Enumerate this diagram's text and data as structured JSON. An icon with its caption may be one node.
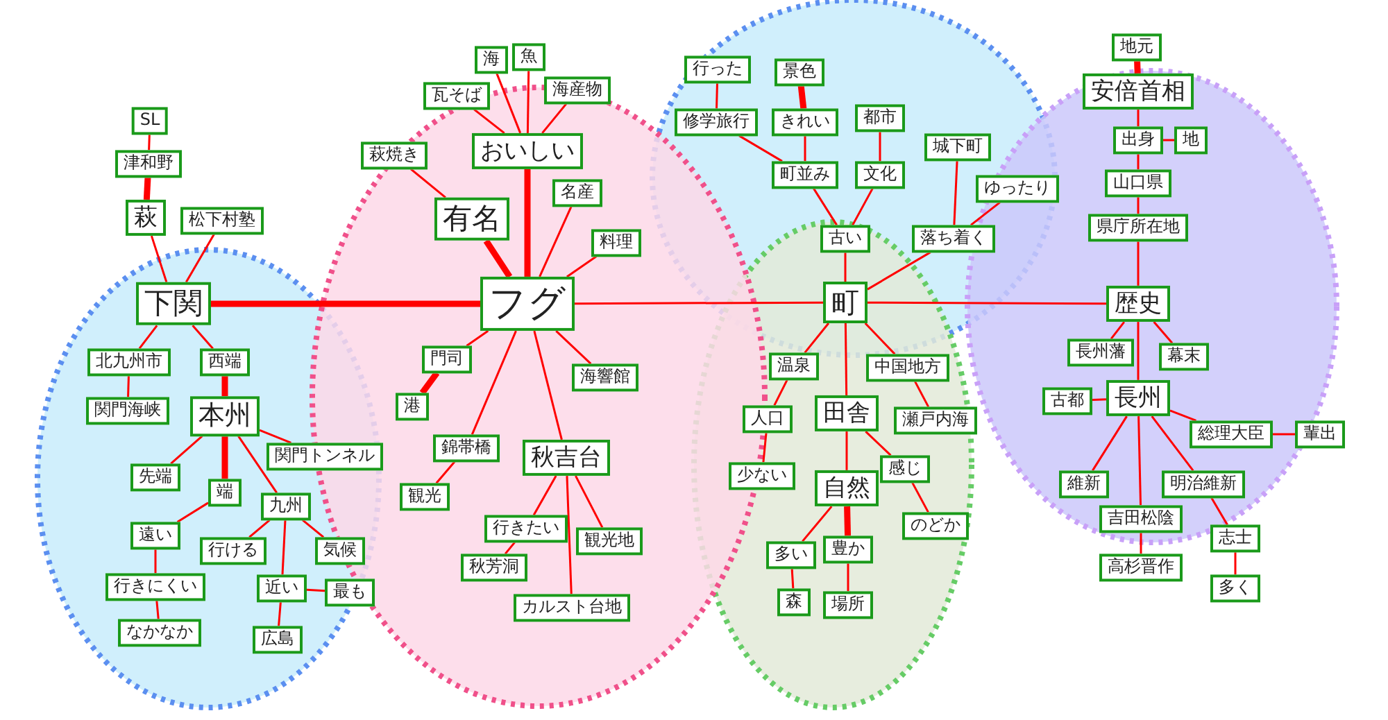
{
  "diagram": {
    "nodes": [
      {
        "text": [
          "SL"
        ]
      },
      {
        "text": [
          "津和野"
        ]
      },
      {
        "text": [
          "萩"
        ]
      },
      {
        "text": [
          "松下村塾"
        ]
      },
      {
        "text": [
          "下関"
        ]
      },
      {
        "text": [
          "北九州市"
        ]
      },
      {
        "text": [
          "西端"
        ]
      },
      {
        "text": [
          "関門海峡"
        ]
      },
      {
        "text": [
          "本州"
        ]
      },
      {
        "text": [
          "関門トンネル"
        ]
      },
      {
        "text": [
          "先端"
        ]
      },
      {
        "text": [
          "端"
        ]
      },
      {
        "text": [
          "九州"
        ]
      },
      {
        "text": [
          "遠い"
        ]
      },
      {
        "text": [
          "行ける"
        ]
      },
      {
        "text": [
          "気候"
        ]
      },
      {
        "text": [
          "行きにくい"
        ]
      },
      {
        "text": [
          "近い"
        ]
      },
      {
        "text": [
          "最も"
        ]
      },
      {
        "text": [
          "なかなか"
        ]
      },
      {
        "text": [
          "広島"
        ]
      },
      {
        "text": [
          "海"
        ]
      },
      {
        "text": [
          "魚"
        ]
      },
      {
        "text": [
          "瓦そば"
        ]
      },
      {
        "text": [
          "海産物"
        ]
      },
      {
        "text": [
          "おいしい"
        ]
      },
      {
        "text": [
          "萩焼き"
        ]
      },
      {
        "text": [
          "名産"
        ]
      },
      {
        "text": [
          "有名"
        ]
      },
      {
        "text": [
          "料理"
        ]
      },
      {
        "text": [
          "フグ"
        ]
      },
      {
        "text": [
          "門司"
        ]
      },
      {
        "text": [
          "海響館"
        ]
      },
      {
        "text": [
          "港"
        ]
      },
      {
        "text": [
          "錦帯橋"
        ]
      },
      {
        "text": [
          "秋吉台"
        ]
      },
      {
        "text": [
          "観光"
        ]
      },
      {
        "text": [
          "行きたい"
        ]
      },
      {
        "text": [
          "観光地"
        ]
      },
      {
        "text": [
          "秋芳洞"
        ]
      },
      {
        "text": [
          "カルスト台地"
        ]
      },
      {
        "text": [
          "行った"
        ]
      },
      {
        "text": [
          "景色"
        ]
      },
      {
        "text": [
          "修学旅行"
        ]
      },
      {
        "text": [
          "きれい"
        ]
      },
      {
        "text": [
          "都市"
        ]
      },
      {
        "text": [
          "城下町"
        ]
      },
      {
        "text": [
          "町並み"
        ]
      },
      {
        "text": [
          "文化"
        ]
      },
      {
        "text": [
          "ゆったり"
        ]
      },
      {
        "text": [
          "古い"
        ]
      },
      {
        "text": [
          "落ち着く"
        ]
      },
      {
        "text": [
          "町"
        ]
      },
      {
        "text": [
          "温泉"
        ]
      },
      {
        "text": [
          "中国地方"
        ]
      },
      {
        "text": [
          "田舎"
        ]
      },
      {
        "text": [
          "人口"
        ]
      },
      {
        "text": [
          "瀬戸内海"
        ]
      },
      {
        "text": [
          "感じ"
        ]
      },
      {
        "text": [
          "自然"
        ]
      },
      {
        "text": [
          "少ない"
        ]
      },
      {
        "text": [
          "のどか"
        ]
      },
      {
        "text": [
          "多い"
        ]
      },
      {
        "text": [
          "豊か"
        ]
      },
      {
        "text": [
          "森"
        ]
      },
      {
        "text": [
          "場所"
        ]
      },
      {
        "text": [
          "地元"
        ]
      },
      {
        "text": [
          "安倍首相"
        ]
      },
      {
        "text": [
          "出身"
        ]
      },
      {
        "text": [
          "地"
        ]
      },
      {
        "text": [
          "山口県"
        ]
      },
      {
        "text": [
          "県庁所在地"
        ]
      },
      {
        "text": [
          "歴史"
        ]
      },
      {
        "text": [
          "長州藩"
        ]
      },
      {
        "text": [
          "幕末"
        ]
      },
      {
        "text": [
          "古都"
        ]
      },
      {
        "text": [
          "長州"
        ]
      },
      {
        "text": [
          "総理大臣"
        ]
      },
      {
        "text": [
          "輩出"
        ]
      },
      {
        "text": [
          "維新"
        ]
      },
      {
        "text": [
          "明治維新"
        ]
      },
      {
        "text": [
          "吉田松陰"
        ]
      },
      {
        "text": [
          "志士"
        ]
      },
      {
        "text": [
          "高杉晋作"
        ]
      },
      {
        "text": [
          "多く"
        ]
      }
    ],
    "edges": [
      {
        "from": 0,
        "to": 1,
        "arrow": "none"
      },
      {
        "from": 1,
        "to": 2,
        "arrow": "none",
        "style": "thick"
      },
      {
        "from": 2,
        "to": 4,
        "arrow": "none"
      },
      {
        "from": 3,
        "to": 4,
        "arrow": "none"
      },
      {
        "from": 4,
        "to": 5,
        "arrow": "none"
      },
      {
        "from": 4,
        "to": 6,
        "arrow": "none"
      },
      {
        "from": 5,
        "to": 7,
        "arrow": "none"
      },
      {
        "from": 6,
        "to": 8,
        "arrow": "none",
        "style": "thick"
      },
      {
        "from": 8,
        "to": 10,
        "arrow": "none"
      },
      {
        "from": 8,
        "to": 11,
        "arrow": "none",
        "style": "thick"
      },
      {
        "from": 8,
        "to": 9,
        "arrow": "none"
      },
      {
        "from": 8,
        "to": 12,
        "arrow": "none"
      },
      {
        "from": 11,
        "to": 13,
        "arrow": "none"
      },
      {
        "from": 13,
        "to": 16,
        "arrow": "none"
      },
      {
        "from": 16,
        "to": 19,
        "arrow": "none"
      },
      {
        "from": 12,
        "to": 14,
        "arrow": "none"
      },
      {
        "from": 12,
        "to": 15,
        "arrow": "none"
      },
      {
        "from": 12,
        "to": 17,
        "arrow": "none"
      },
      {
        "from": 17,
        "to": 18,
        "arrow": "none"
      },
      {
        "from": 17,
        "to": 20,
        "arrow": "none"
      },
      {
        "from": 4,
        "to": 30,
        "arrow": "none",
        "style": "thick"
      },
      {
        "from": 23,
        "to": 25,
        "arrow": "none"
      },
      {
        "from": 21,
        "to": 25,
        "arrow": "none"
      },
      {
        "from": 22,
        "to": 25,
        "arrow": "none"
      },
      {
        "from": 24,
        "to": 25,
        "arrow": "none"
      },
      {
        "from": 25,
        "to": 30,
        "arrow": "none",
        "style": "thick"
      },
      {
        "from": 26,
        "to": 28,
        "arrow": "none"
      },
      {
        "from": 28,
        "to": 30,
        "arrow": "none",
        "style": "thick"
      },
      {
        "from": 27,
        "to": 30,
        "arrow": "none"
      },
      {
        "from": 29,
        "to": 30,
        "arrow": "none"
      },
      {
        "from": 30,
        "to": 31,
        "arrow": "none"
      },
      {
        "from": 30,
        "to": 32,
        "arrow": "none"
      },
      {
        "from": 30,
        "to": 34,
        "arrow": "none"
      },
      {
        "from": 30,
        "to": 35,
        "arrow": "none"
      },
      {
        "from": 31,
        "to": 33,
        "arrow": "none",
        "style": "thick"
      },
      {
        "from": 34,
        "to": 36,
        "arrow": "none"
      },
      {
        "from": 35,
        "to": 37,
        "arrow": "none"
      },
      {
        "from": 35,
        "to": 38,
        "arrow": "none"
      },
      {
        "from": 35,
        "to": 40,
        "arrow": "none"
      },
      {
        "from": 37,
        "to": 39,
        "arrow": "none"
      },
      {
        "from": 30,
        "to": 52,
        "arrow": "none"
      },
      {
        "from": 41,
        "to": 43,
        "arrow": "none"
      },
      {
        "from": 42,
        "to": 44,
        "arrow": "none",
        "style": "thick"
      },
      {
        "from": 43,
        "to": 47,
        "arrow": "none"
      },
      {
        "from": 44,
        "to": 47,
        "arrow": "none"
      },
      {
        "from": 45,
        "to": 48,
        "arrow": "none"
      },
      {
        "from": 47,
        "to": 50,
        "arrow": "none"
      },
      {
        "from": 48,
        "to": 50,
        "arrow": "none"
      },
      {
        "from": 46,
        "to": 51,
        "arrow": "none"
      },
      {
        "from": 49,
        "to": 51,
        "arrow": "none"
      },
      {
        "from": 50,
        "to": 52,
        "arrow": "none"
      },
      {
        "from": 51,
        "to": 52,
        "arrow": "none"
      },
      {
        "from": 52,
        "to": 72,
        "arrow": "none"
      },
      {
        "from": 52,
        "to": 53,
        "arrow": "none"
      },
      {
        "from": 52,
        "to": 55,
        "arrow": "none"
      },
      {
        "from": 52,
        "to": 54,
        "arrow": "none"
      },
      {
        "from": 53,
        "to": 56,
        "arrow": "none"
      },
      {
        "from": 56,
        "to": 60,
        "arrow": "none"
      },
      {
        "from": 54,
        "to": 57,
        "arrow": "none"
      },
      {
        "from": 55,
        "to": 59,
        "arrow": "none"
      },
      {
        "from": 55,
        "to": 58,
        "arrow": "none"
      },
      {
        "from": 58,
        "to": 61,
        "arrow": "none"
      },
      {
        "from": 59,
        "to": 62,
        "arrow": "none"
      },
      {
        "from": 59,
        "to": 63,
        "arrow": "none",
        "style": "thick"
      },
      {
        "from": 62,
        "to": 64,
        "arrow": "none"
      },
      {
        "from": 63,
        "to": 65,
        "arrow": "none"
      },
      {
        "from": 66,
        "to": 67,
        "arrow": "none",
        "style": "thick"
      },
      {
        "from": 67,
        "to": 68,
        "arrow": "none"
      },
      {
        "from": 68,
        "to": 69,
        "arrow": "none"
      },
      {
        "from": 68,
        "to": 70,
        "arrow": "none"
      },
      {
        "from": 70,
        "to": 71,
        "arrow": "none"
      },
      {
        "from": 71,
        "to": 72,
        "arrow": "none"
      },
      {
        "from": 72,
        "to": 73,
        "arrow": "none"
      },
      {
        "from": 72,
        "to": 74,
        "arrow": "none"
      },
      {
        "from": 72,
        "to": 76,
        "arrow": "none"
      },
      {
        "from": 76,
        "to": 75,
        "arrow": "none"
      },
      {
        "from": 76,
        "to": 77,
        "arrow": "none"
      },
      {
        "from": 77,
        "to": 78,
        "arrow": "none"
      },
      {
        "from": 76,
        "to": 79,
        "arrow": "none"
      },
      {
        "from": 76,
        "to": 80,
        "arrow": "none"
      },
      {
        "from": 76,
        "to": 81,
        "arrow": "none"
      },
      {
        "from": 80,
        "to": 82,
        "arrow": "none"
      },
      {
        "from": 82,
        "to": 84,
        "arrow": "none"
      },
      {
        "from": 81,
        "to": 83,
        "arrow": "none"
      }
    ]
  }
}
